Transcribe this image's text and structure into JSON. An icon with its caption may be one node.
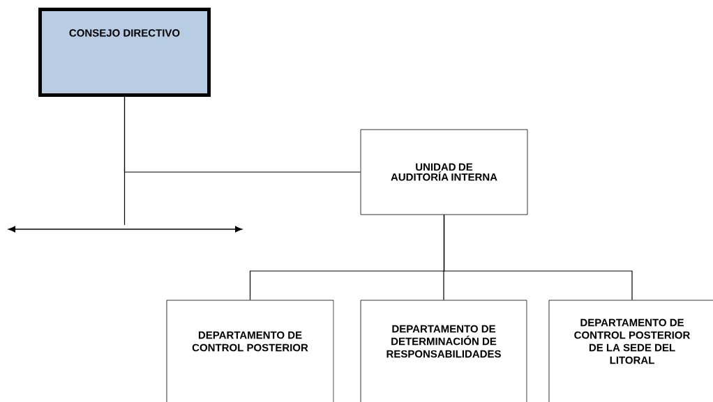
{
  "diagram": {
    "nodes": [
      {
        "text": [
          "CONSEJO DIRECTIVO"
        ]
      },
      {
        "text": [
          "UNIDAD DE AUDITORÍA INTERNA"
        ]
      },
      {
        "text": [
          "DEPARTAMENTO DE CONTROL POSTERIOR"
        ]
      },
      {
        "text": [
          "DEPARTAMENTO DE DETERMINACIÓN DE RESPONSABILIDADES"
        ]
      },
      {
        "text": [
          "DEPARTAMENTO DE CONTROL POSTERIOR DE LA SEDE DEL LITORAL"
        ]
      }
    ],
    "edges": [
      {
        "from": 0,
        "to": 1,
        "arrow": "none"
      },
      {
        "from": 0,
        "to": null,
        "arrow": "none"
      },
      {
        "from": 1,
        "to": 2,
        "arrow": "none"
      },
      {
        "from": 1,
        "to": 3,
        "arrow": "none"
      },
      {
        "from": 1,
        "to": 4,
        "arrow": "none"
      }
    ]
  }
}
